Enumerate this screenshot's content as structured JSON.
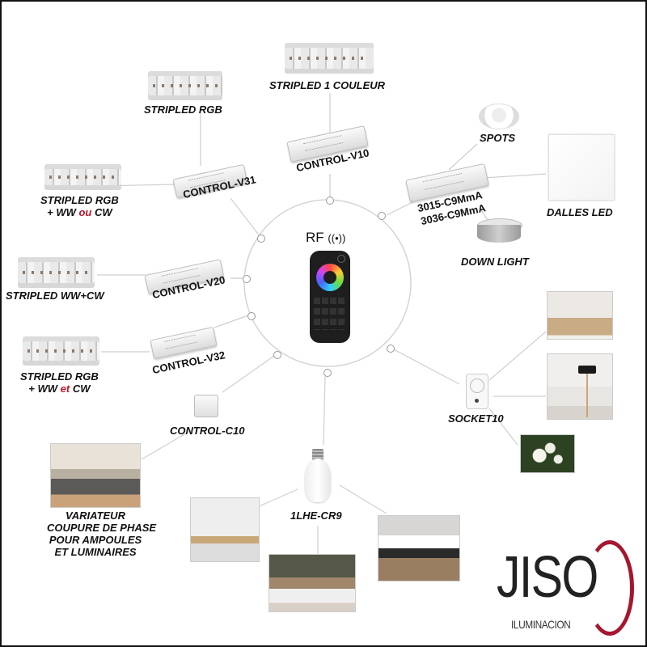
{
  "hub": {
    "rf_label": "RF",
    "rf_icon": "radio-waves-icon",
    "device": "rf-remote-control"
  },
  "controllers": [
    {
      "id": "v10",
      "label": "CONTROL-V10",
      "targets": [
        "STRIPLED 1 COULEUR"
      ]
    },
    {
      "id": "v31",
      "label": "CONTROL-V31",
      "targets": [
        "STRIPLED RGB",
        "STRIPLED RGB + WW ou CW"
      ]
    },
    {
      "id": "v20",
      "label": "CONTROL-V20",
      "targets": [
        "STRIPLED WW+CW"
      ]
    },
    {
      "id": "v32",
      "label": "CONTROL-V32",
      "targets": [
        "STRIPLED RGB + WW et CW"
      ]
    },
    {
      "id": "c10",
      "label": "CONTROL-C10",
      "targets": [
        "VARIATEUR COUPURE DE PHASE POUR AMPOULES ET LUMINAIRES"
      ]
    },
    {
      "id": "driver",
      "label_line1": "3015-C9MmA",
      "label_line2": "3036-C9MmA",
      "targets": [
        "SPOTS",
        "DALLES LED",
        "DOWN LIGHT"
      ]
    },
    {
      "id": "bulb",
      "label": "1LHE-CR9",
      "targets": [
        "dining-room-photo",
        "bedroom-photo",
        "dining-hall-photo"
      ]
    },
    {
      "id": "socket",
      "label": "SOCKET10",
      "targets": [
        "sideboard-lamp-photo",
        "living-room-floor-lamp-photo",
        "garden-globe-lights-photo"
      ]
    }
  ],
  "labels": {
    "stripled_1": "STRIPLED 1 COULEUR",
    "stripled_rgb": "STRIPLED RGB",
    "stripled_rgb_ww_cw_a_l1": "STRIPLED RGB",
    "stripled_rgb_ww_cw_a_l2_pre": "+ WW ",
    "stripled_rgb_ww_cw_a_l2_red": "ou",
    "stripled_rgb_ww_cw_a_l2_post": " CW",
    "stripled_ww_cw": "STRIPLED WW+CW",
    "stripled_rgb_ww_cw_b_l1": "STRIPLED RGB",
    "stripled_rgb_ww_cw_b_l2_pre": "+ WW ",
    "stripled_rgb_ww_cw_b_l2_red": "et",
    "stripled_rgb_ww_cw_b_l2_post": " CW",
    "spots": "SPOTS",
    "dalles": "DALLES LED",
    "downlight": "DOWN LIGHT",
    "variateur": [
      "VARIATEUR",
      "COUPURE DE PHASE",
      "POUR AMPOULES",
      "ET LUMINAIRES"
    ]
  },
  "logo": {
    "name": "JISO",
    "subtitle": "ILUMINACION",
    "accent_color": "#a5172e",
    "text_color": "#222222"
  },
  "colors": {
    "highlight_red": "#c0152a",
    "link_gray": "#c8c8c8"
  }
}
